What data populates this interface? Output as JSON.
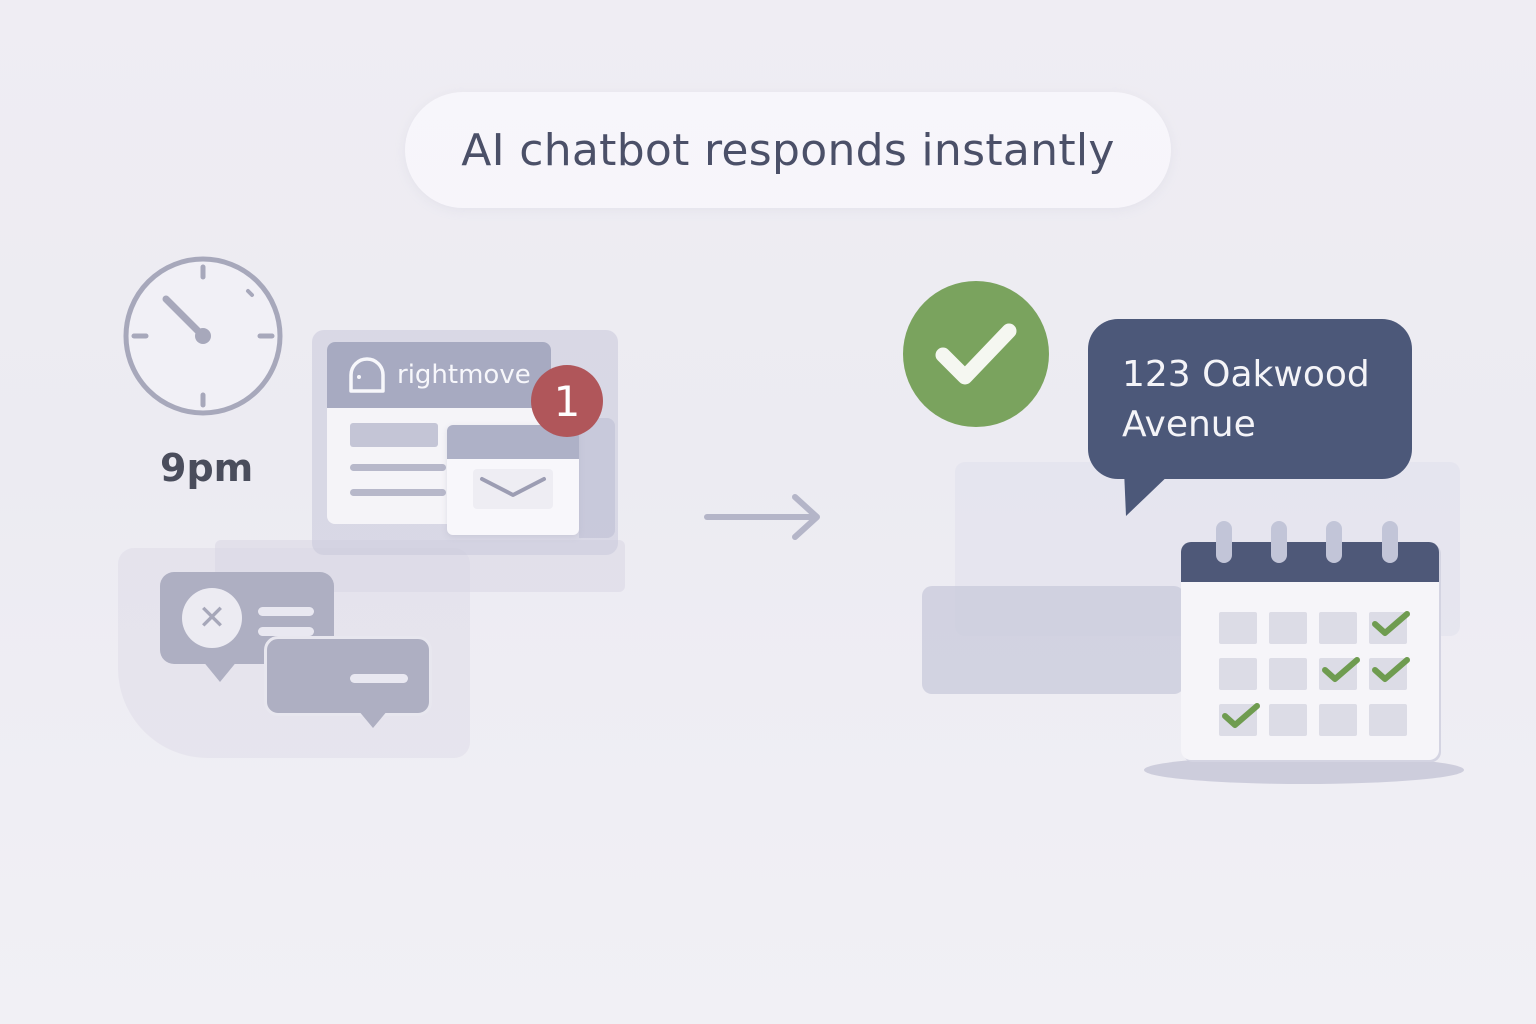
{
  "title": "AI chatbot responds instantly",
  "left_scene": {
    "time_label": "9pm",
    "portal": {
      "brand": "rightmove",
      "notification_count": "1"
    },
    "icons": [
      "clock-icon",
      "rightmove-logo-icon",
      "mail-icon",
      "notification-badge",
      "missed-chat-icon",
      "chat-bubble-icon"
    ]
  },
  "transition": {
    "icon": "arrow-right-icon"
  },
  "right_scene": {
    "status_icon": "check-circle-icon",
    "chat_message": {
      "line1": "123 Oakwood",
      "line2": "Avenue"
    },
    "calendar": {
      "rows": 3,
      "cols": 4,
      "checked_cells": [
        [
          0,
          3
        ],
        [
          1,
          2
        ],
        [
          1,
          3
        ],
        [
          2,
          0
        ]
      ]
    }
  },
  "colors": {
    "background": "#eeedf3",
    "title_text": "#4b5068",
    "badge_red": "#b0565a",
    "success_green": "#7aa35e",
    "navy": "#4c5879",
    "muted_gray": "#aeafc2"
  }
}
